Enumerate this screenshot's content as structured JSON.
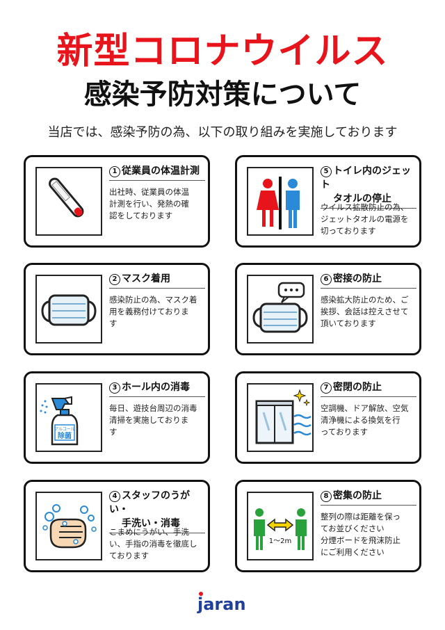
{
  "header": {
    "title_line1": "新型コロナウイルス",
    "title_line2": "感染予防対策について",
    "subtitle": "当店では、感染予防の為、以下の取り組みを実施しております"
  },
  "cards": [
    {
      "num": "1",
      "title1": "従業員の体温計測",
      "title2": "",
      "desc": [
        "出社時、従業員の体温",
        "計測を行い、発熱の確",
        "認をしております"
      ],
      "icon": "thermometer-icon"
    },
    {
      "num": "5",
      "title1": "トイレ内のジェット",
      "title2": "タオルの停止",
      "desc": [
        "ウイルス拡散防止の為、",
        "ジェットタオルの電源を",
        "切っております"
      ],
      "icon": "restroom-icon"
    },
    {
      "num": "2",
      "title1": "マスク着用",
      "title2": "",
      "desc": [
        "感染防止の為、マスク着",
        "用を義務付けておりま",
        "す"
      ],
      "icon": "mask-icon"
    },
    {
      "num": "6",
      "title1": "密接の防止",
      "title2": "",
      "desc": [
        "感染拡大防止のため、ご",
        "挨拶、会話は控えさせて",
        "頂いております"
      ],
      "icon": "mask-speech-icon"
    },
    {
      "num": "3",
      "title1": "ホール内の消毒",
      "title2": "",
      "desc": [
        "毎日、遊技台周辺の消毒",
        "清掃を実施しておりま",
        "す"
      ],
      "icon": "spray-bottle-icon"
    },
    {
      "num": "7",
      "title1": "密閉の防止",
      "title2": "",
      "desc": [
        "空調機、ドア解放、空気",
        "清浄機による換気を行",
        "っております"
      ],
      "icon": "window-ventilation-icon"
    },
    {
      "num": "4",
      "title1": "スタッフのうがい・",
      "title2": "手洗い・消毒",
      "desc": [
        "こまめにうがい、手洗",
        "い、手指の消毒を徹底し",
        "ております"
      ],
      "icon": "handwashing-icon"
    },
    {
      "num": "8",
      "title1": "密集の防止",
      "title2": "",
      "desc": [
        "整列の際は距離を保っ",
        "てお並びください",
        "分煙ボードを飛沫防止",
        "にご利用ください"
      ],
      "icon": "social-distance-icon"
    }
  ],
  "icon_labels": {
    "spray_label_1": "アルコール",
    "spray_label_2": "除菌",
    "distance_label": "1～2m"
  },
  "logo": {
    "text": "jaran"
  },
  "colors": {
    "title_red": "#e8141c",
    "female_red": "#e8141c",
    "male_blue": "#2a8ad8",
    "green": "#2aa23c",
    "arrow_yellow": "#f5d400"
  }
}
